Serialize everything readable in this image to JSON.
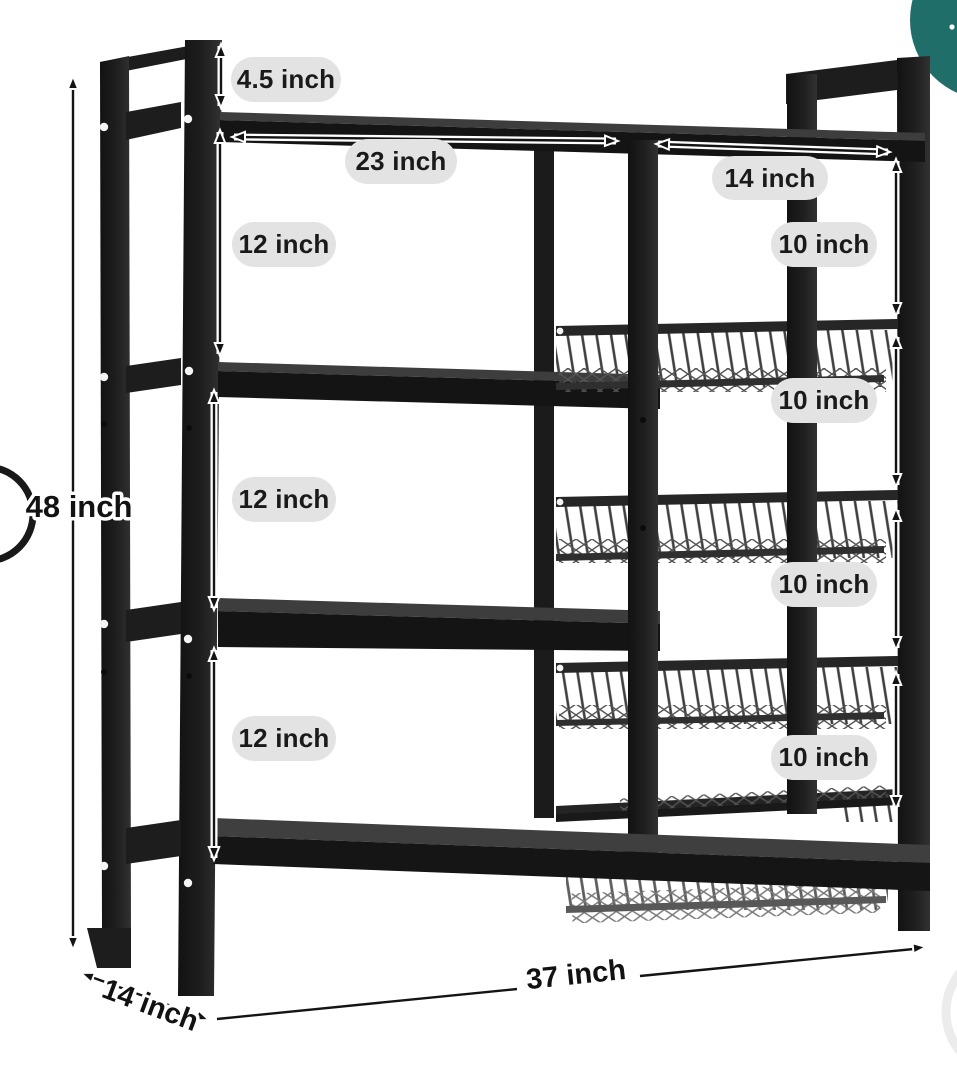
{
  "scene": {
    "description": "Product dimension diagram of a black 4-tier metal storage rack: three wide shelves on the left column and stacked pull-out wire baskets on the right column",
    "colors": {
      "background": "#ffffff",
      "frame": "#1d1d1d",
      "basket_wire": "#3f3f3f",
      "bottom_basket_wire": "#5e5e5e",
      "label_pill_bg": "#e3e3e3",
      "label_text": "#1a1a1a",
      "dimension_line": "#141414",
      "corner_badge_teal": "#1f6e6a",
      "corner_arc_gray": "#ececec"
    }
  },
  "dimensions": {
    "top_gap": "4.5 inch",
    "left_column_width": "23 inch",
    "right_column_width": "14 inch",
    "left_shelf_gaps": [
      "12 inch",
      "12 inch",
      "12 inch"
    ],
    "right_basket_gaps": [
      "10 inch",
      "10 inch",
      "10 inch",
      "10 inch"
    ],
    "overall_height": "48 inch",
    "overall_width": "37 inch",
    "overall_depth": "14 inch"
  }
}
